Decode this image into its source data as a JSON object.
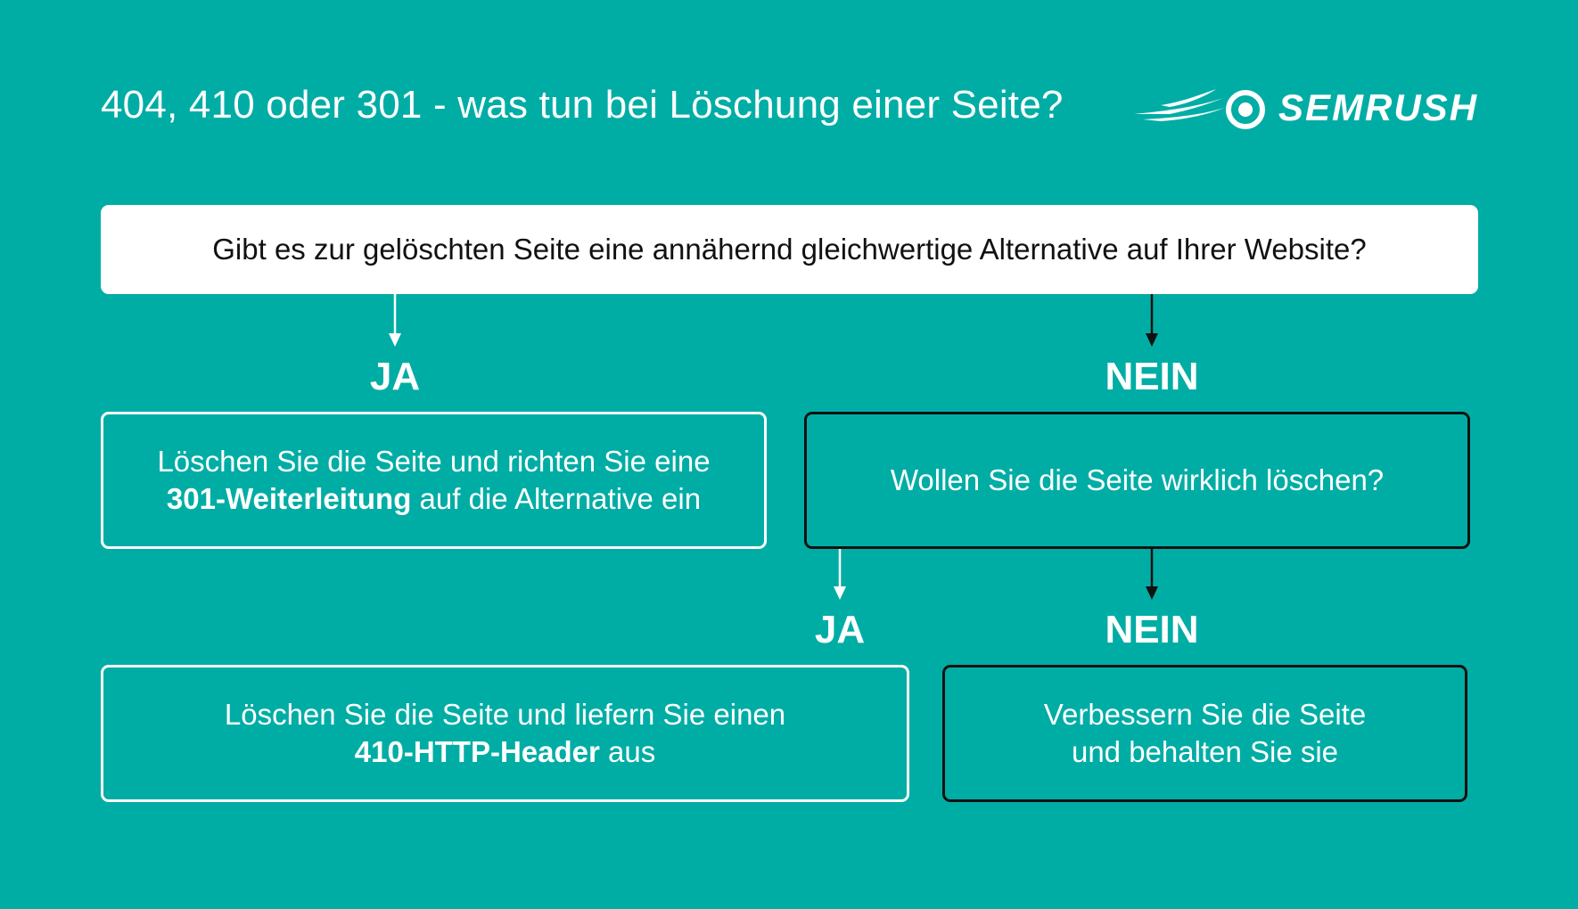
{
  "header": {
    "title": "404, 410 oder 301 - was tun bei Löschung einer Seite?",
    "logo_text": "SEMRUSH"
  },
  "question": {
    "text": "Gibt es zur gelöschten Seite eine annähernd gleichwertige Alternative auf Ihrer Website?"
  },
  "branch_yes_1": {
    "label": "JA",
    "box_line1": "Löschen Sie die Seite und richten Sie eine",
    "box_bold": "301-Weiterleitung",
    "box_line2_rest": " auf die Alternative ein"
  },
  "branch_no_1": {
    "label": "NEIN",
    "box_text": "Wollen Sie die Seite wirklich löschen?"
  },
  "branch_yes_2": {
    "label": "JA",
    "box_line1": "Löschen Sie die Seite und liefern Sie einen",
    "box_bold": "410-HTTP-Header",
    "box_line2_rest": " aus"
  },
  "branch_no_2": {
    "label": "NEIN",
    "box_line1": "Verbessern Sie die Seite",
    "box_line2": "und behalten Sie sie"
  },
  "colors": {
    "background": "#00ada5",
    "white_arrow": "#ffffff",
    "dark_arrow": "#111111"
  }
}
